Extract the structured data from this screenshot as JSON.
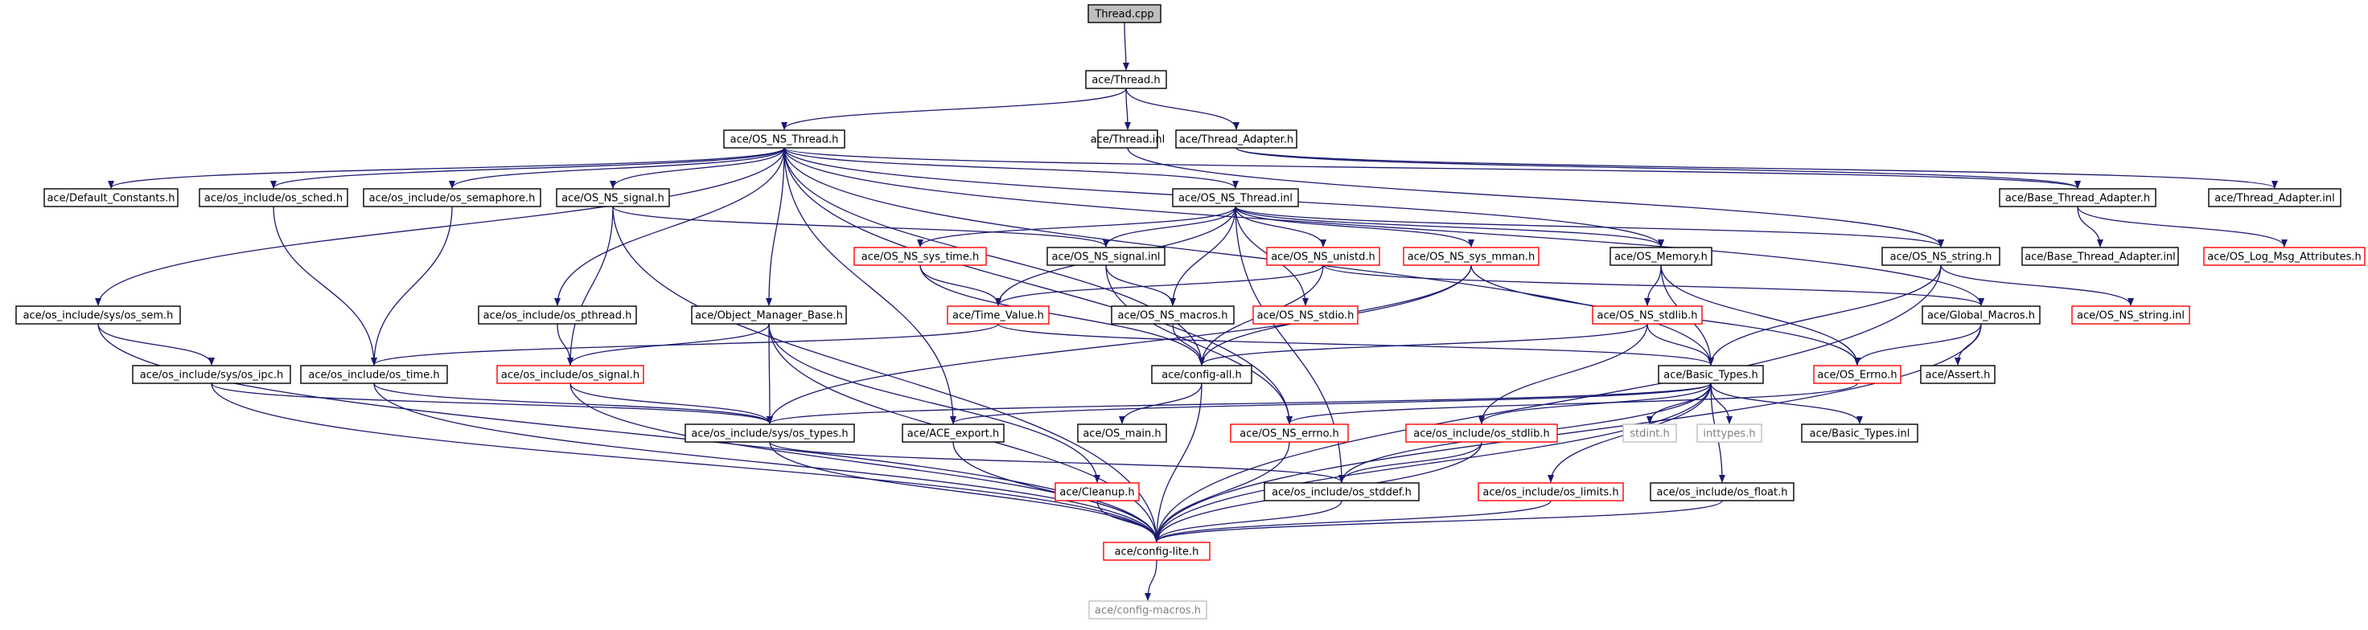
{
  "diagram": {
    "colors": {
      "edge": "#191970",
      "normal_border": "#000000",
      "missing_border": "#ff0000",
      "external_border": "#bfbfbf",
      "external_text": "#808080",
      "root_fill": "#bfbfbf"
    },
    "nodes": [
      {
        "id": "thread_cpp",
        "label": "Thread.cpp",
        "style": "root"
      },
      {
        "id": "thread_h",
        "label": "ace/Thread.h",
        "style": "normal"
      },
      {
        "id": "os_ns_thread_h",
        "label": "ace/OS_NS_Thread.h",
        "style": "normal"
      },
      {
        "id": "thread_inl",
        "label": "ace/Thread.inl",
        "style": "normal"
      },
      {
        "id": "thread_adapter_h",
        "label": "ace/Thread_Adapter.h",
        "style": "normal"
      },
      {
        "id": "default_constants_h",
        "label": "ace/Default_Constants.h",
        "style": "normal"
      },
      {
        "id": "os_sched_h",
        "label": "ace/os_include/os_sched.h",
        "style": "normal"
      },
      {
        "id": "os_semaphore_h",
        "label": "ace/os_include/os_semaphore.h",
        "style": "normal"
      },
      {
        "id": "os_ns_signal_h",
        "label": "ace/OS_NS_signal.h",
        "style": "normal"
      },
      {
        "id": "os_ns_thread_inl",
        "label": "ace/OS_NS_Thread.inl",
        "style": "normal"
      },
      {
        "id": "base_thread_adapter_h",
        "label": "ace/Base_Thread_Adapter.h",
        "style": "normal"
      },
      {
        "id": "thread_adapter_inl",
        "label": "ace/Thread_Adapter.inl",
        "style": "normal"
      },
      {
        "id": "os_ns_sys_time_h",
        "label": "ace/OS_NS_sys_time.h",
        "style": "missing"
      },
      {
        "id": "os_ns_signal_inl",
        "label": "ace/OS_NS_signal.inl",
        "style": "normal"
      },
      {
        "id": "os_ns_unistd_h",
        "label": "ace/OS_NS_unistd.h",
        "style": "missing"
      },
      {
        "id": "os_ns_sys_mman_h",
        "label": "ace/OS_NS_sys_mman.h",
        "style": "missing"
      },
      {
        "id": "os_memory_h",
        "label": "ace/OS_Memory.h",
        "style": "normal"
      },
      {
        "id": "os_ns_string_h",
        "label": "ace/OS_NS_string.h",
        "style": "normal"
      },
      {
        "id": "base_thread_adapter_inl",
        "label": "ace/Base_Thread_Adapter.inl",
        "style": "normal"
      },
      {
        "id": "os_log_msg_attributes_h",
        "label": "ace/OS_Log_Msg_Attributes.h",
        "style": "missing"
      },
      {
        "id": "sys_os_sem_h",
        "label": "ace/os_include/sys/os_sem.h",
        "style": "normal"
      },
      {
        "id": "os_pthread_h",
        "label": "ace/os_include/os_pthread.h",
        "style": "normal"
      },
      {
        "id": "object_manager_base_h",
        "label": "ace/Object_Manager_Base.h",
        "style": "normal"
      },
      {
        "id": "time_value_h",
        "label": "ace/Time_Value.h",
        "style": "missing"
      },
      {
        "id": "os_ns_macros_h",
        "label": "ace/OS_NS_macros.h",
        "style": "normal"
      },
      {
        "id": "os_ns_stdio_h",
        "label": "ace/OS_NS_stdio.h",
        "style": "missing"
      },
      {
        "id": "os_ns_stdlib_h",
        "label": "ace/OS_NS_stdlib.h",
        "style": "missing"
      },
      {
        "id": "global_macros_h",
        "label": "ace/Global_Macros.h",
        "style": "normal"
      },
      {
        "id": "os_ns_string_inl",
        "label": "ace/OS_NS_string.inl",
        "style": "missing"
      },
      {
        "id": "sys_os_ipc_h",
        "label": "ace/os_include/sys/os_ipc.h",
        "style": "normal"
      },
      {
        "id": "os_time_h",
        "label": "ace/os_include/os_time.h",
        "style": "normal"
      },
      {
        "id": "os_signal_h",
        "label": "ace/os_include/os_signal.h",
        "style": "missing"
      },
      {
        "id": "config_all_h",
        "label": "ace/config-all.h",
        "style": "normal"
      },
      {
        "id": "basic_types_h",
        "label": "ace/Basic_Types.h",
        "style": "normal"
      },
      {
        "id": "os_errno_h",
        "label": "ace/OS_Errno.h",
        "style": "missing"
      },
      {
        "id": "assert_h",
        "label": "ace/Assert.h",
        "style": "normal"
      },
      {
        "id": "sys_os_types_h",
        "label": "ace/os_include/sys/os_types.h",
        "style": "normal"
      },
      {
        "id": "ace_export_h",
        "label": "ace/ACE_export.h",
        "style": "normal"
      },
      {
        "id": "os_main_h",
        "label": "ace/OS_main.h",
        "style": "normal"
      },
      {
        "id": "os_ns_errno_h",
        "label": "ace/OS_NS_errno.h",
        "style": "missing"
      },
      {
        "id": "os_stdlib_h",
        "label": "ace/os_include/os_stdlib.h",
        "style": "missing"
      },
      {
        "id": "stdint_h",
        "label": "stdint.h",
        "style": "external"
      },
      {
        "id": "inttypes_h",
        "label": "inttypes.h",
        "style": "external"
      },
      {
        "id": "basic_types_inl",
        "label": "ace/Basic_Types.inl",
        "style": "normal"
      },
      {
        "id": "cleanup_h",
        "label": "ace/Cleanup.h",
        "style": "missing"
      },
      {
        "id": "os_stddef_h",
        "label": "ace/os_include/os_stddef.h",
        "style": "normal"
      },
      {
        "id": "os_limits_h",
        "label": "ace/os_include/os_limits.h",
        "style": "missing"
      },
      {
        "id": "os_float_h",
        "label": "ace/os_include/os_float.h",
        "style": "normal"
      },
      {
        "id": "config_lite_h",
        "label": "ace/config-lite.h",
        "style": "missing"
      },
      {
        "id": "config_macros_h",
        "label": "ace/config-macros.h",
        "style": "external"
      }
    ],
    "edges": [
      [
        "thread_cpp",
        "thread_h"
      ],
      [
        "thread_h",
        "os_ns_thread_h"
      ],
      [
        "thread_h",
        "thread_inl"
      ],
      [
        "thread_h",
        "thread_adapter_h"
      ],
      [
        "thread_inl",
        "os_ns_string_h"
      ],
      [
        "thread_adapter_h",
        "base_thread_adapter_h"
      ],
      [
        "thread_adapter_h",
        "thread_adapter_inl"
      ],
      [
        "base_thread_adapter_h",
        "base_thread_adapter_inl"
      ],
      [
        "base_thread_adapter_h",
        "os_log_msg_attributes_h"
      ],
      [
        "os_ns_thread_h",
        "default_constants_h"
      ],
      [
        "os_ns_thread_h",
        "os_sched_h"
      ],
      [
        "os_ns_thread_h",
        "os_semaphore_h"
      ],
      [
        "os_ns_thread_h",
        "os_ns_signal_h"
      ],
      [
        "os_ns_thread_h",
        "os_ns_thread_inl"
      ],
      [
        "os_ns_thread_h",
        "base_thread_adapter_h"
      ],
      [
        "os_ns_thread_h",
        "sys_os_sem_h"
      ],
      [
        "os_ns_thread_h",
        "os_pthread_h"
      ],
      [
        "os_ns_thread_h",
        "object_manager_base_h"
      ],
      [
        "os_ns_thread_h",
        "config_all_h"
      ],
      [
        "os_ns_thread_h",
        "ace_export_h"
      ],
      [
        "os_ns_thread_h",
        "global_macros_h"
      ],
      [
        "os_ns_thread_h",
        "basic_types_h"
      ],
      [
        "os_ns_thread_h",
        "os_memory_h"
      ],
      [
        "os_ns_thread_h",
        "os_ns_errno_h"
      ],
      [
        "os_ns_thread_inl",
        "os_ns_sys_time_h"
      ],
      [
        "os_ns_thread_inl",
        "os_ns_signal_inl"
      ],
      [
        "os_ns_thread_inl",
        "os_ns_unistd_h"
      ],
      [
        "os_ns_thread_inl",
        "os_ns_sys_mman_h"
      ],
      [
        "os_ns_thread_inl",
        "os_memory_h"
      ],
      [
        "os_ns_thread_inl",
        "os_ns_string_h"
      ],
      [
        "os_ns_thread_inl",
        "os_ns_macros_h"
      ],
      [
        "os_ns_thread_inl",
        "os_ns_stdio_h"
      ],
      [
        "os_ns_thread_inl",
        "time_value_h"
      ],
      [
        "os_ns_thread_inl",
        "os_stddef_h"
      ],
      [
        "os_sched_h",
        "os_time_h"
      ],
      [
        "os_semaphore_h",
        "os_time_h"
      ],
      [
        "os_ns_signal_h",
        "os_signal_h"
      ],
      [
        "os_ns_signal_h",
        "os_ns_signal_inl"
      ],
      [
        "os_ns_signal_h",
        "config_lite_h"
      ],
      [
        "os_ns_signal_inl",
        "os_ns_macros_h"
      ],
      [
        "os_ns_signal_inl",
        "os_ns_errno_h"
      ],
      [
        "os_ns_sys_time_h",
        "time_value_h"
      ],
      [
        "os_ns_sys_time_h",
        "config_all_h"
      ],
      [
        "os_ns_unistd_h",
        "time_value_h"
      ],
      [
        "os_ns_unistd_h",
        "config_all_h"
      ],
      [
        "os_ns_unistd_h",
        "global_macros_h"
      ],
      [
        "os_ns_sys_mman_h",
        "config_all_h"
      ],
      [
        "os_ns_sys_mman_h",
        "sys_os_types_h"
      ],
      [
        "os_ns_sys_mman_h",
        "os_errno_h"
      ],
      [
        "os_memory_h",
        "os_ns_stdlib_h"
      ],
      [
        "os_memory_h",
        "basic_types_h"
      ],
      [
        "os_memory_h",
        "os_errno_h"
      ],
      [
        "os_ns_string_h",
        "os_ns_string_inl"
      ],
      [
        "os_ns_string_h",
        "basic_types_h"
      ],
      [
        "os_ns_string_h",
        "config_lite_h"
      ],
      [
        "os_ns_macros_h",
        "config_all_h"
      ],
      [
        "time_value_h",
        "os_time_h"
      ],
      [
        "time_value_h",
        "basic_types_h"
      ],
      [
        "os_ns_stdlib_h",
        "config_all_h"
      ],
      [
        "os_ns_stdlib_h",
        "basic_types_h"
      ],
      [
        "os_ns_stdlib_h",
        "os_stdlib_h"
      ],
      [
        "global_macros_h",
        "os_errno_h"
      ],
      [
        "global_macros_h",
        "assert_h"
      ],
      [
        "global_macros_h",
        "config_lite_h"
      ],
      [
        "sys_os_sem_h",
        "sys_os_ipc_h"
      ],
      [
        "sys_os_sem_h",
        "config_lite_h"
      ],
      [
        "sys_os_ipc_h",
        "sys_os_types_h"
      ],
      [
        "sys_os_ipc_h",
        "config_lite_h"
      ],
      [
        "os_pthread_h",
        "os_signal_h"
      ],
      [
        "object_manager_base_h",
        "os_signal_h"
      ],
      [
        "object_manager_base_h",
        "sys_os_types_h"
      ],
      [
        "object_manager_base_h",
        "cleanup_h"
      ],
      [
        "object_manager_base_h",
        "config_lite_h"
      ],
      [
        "os_time_h",
        "sys_os_types_h"
      ],
      [
        "os_time_h",
        "config_lite_h"
      ],
      [
        "os_signal_h",
        "sys_os_types_h"
      ],
      [
        "os_signal_h",
        "config_lite_h"
      ],
      [
        "config_all_h",
        "os_main_h"
      ],
      [
        "config_all_h",
        "config_lite_h"
      ],
      [
        "basic_types_h",
        "sys_os_types_h"
      ],
      [
        "basic_types_h",
        "ace_export_h"
      ],
      [
        "basic_types_h",
        "os_stdlib_h"
      ],
      [
        "basic_types_h",
        "stdint_h"
      ],
      [
        "basic_types_h",
        "inttypes_h"
      ],
      [
        "basic_types_h",
        "basic_types_inl"
      ],
      [
        "basic_types_h",
        "os_stddef_h"
      ],
      [
        "basic_types_h",
        "os_limits_h"
      ],
      [
        "basic_types_h",
        "os_float_h"
      ],
      [
        "basic_types_h",
        "config_lite_h"
      ],
      [
        "os_errno_h",
        "os_ns_errno_h"
      ],
      [
        "sys_os_types_h",
        "os_stddef_h"
      ],
      [
        "sys_os_types_h",
        "config_lite_h"
      ],
      [
        "ace_export_h",
        "config_lite_h"
      ],
      [
        "os_ns_errno_h",
        "config_lite_h"
      ],
      [
        "os_stdlib_h",
        "os_stddef_h"
      ],
      [
        "os_stdlib_h",
        "config_lite_h"
      ],
      [
        "cleanup_h",
        "config_lite_h"
      ],
      [
        "os_stddef_h",
        "config_lite_h"
      ],
      [
        "os_limits_h",
        "config_lite_h"
      ],
      [
        "os_float_h",
        "config_lite_h"
      ],
      [
        "config_lite_h",
        "config_macros_h"
      ]
    ]
  }
}
